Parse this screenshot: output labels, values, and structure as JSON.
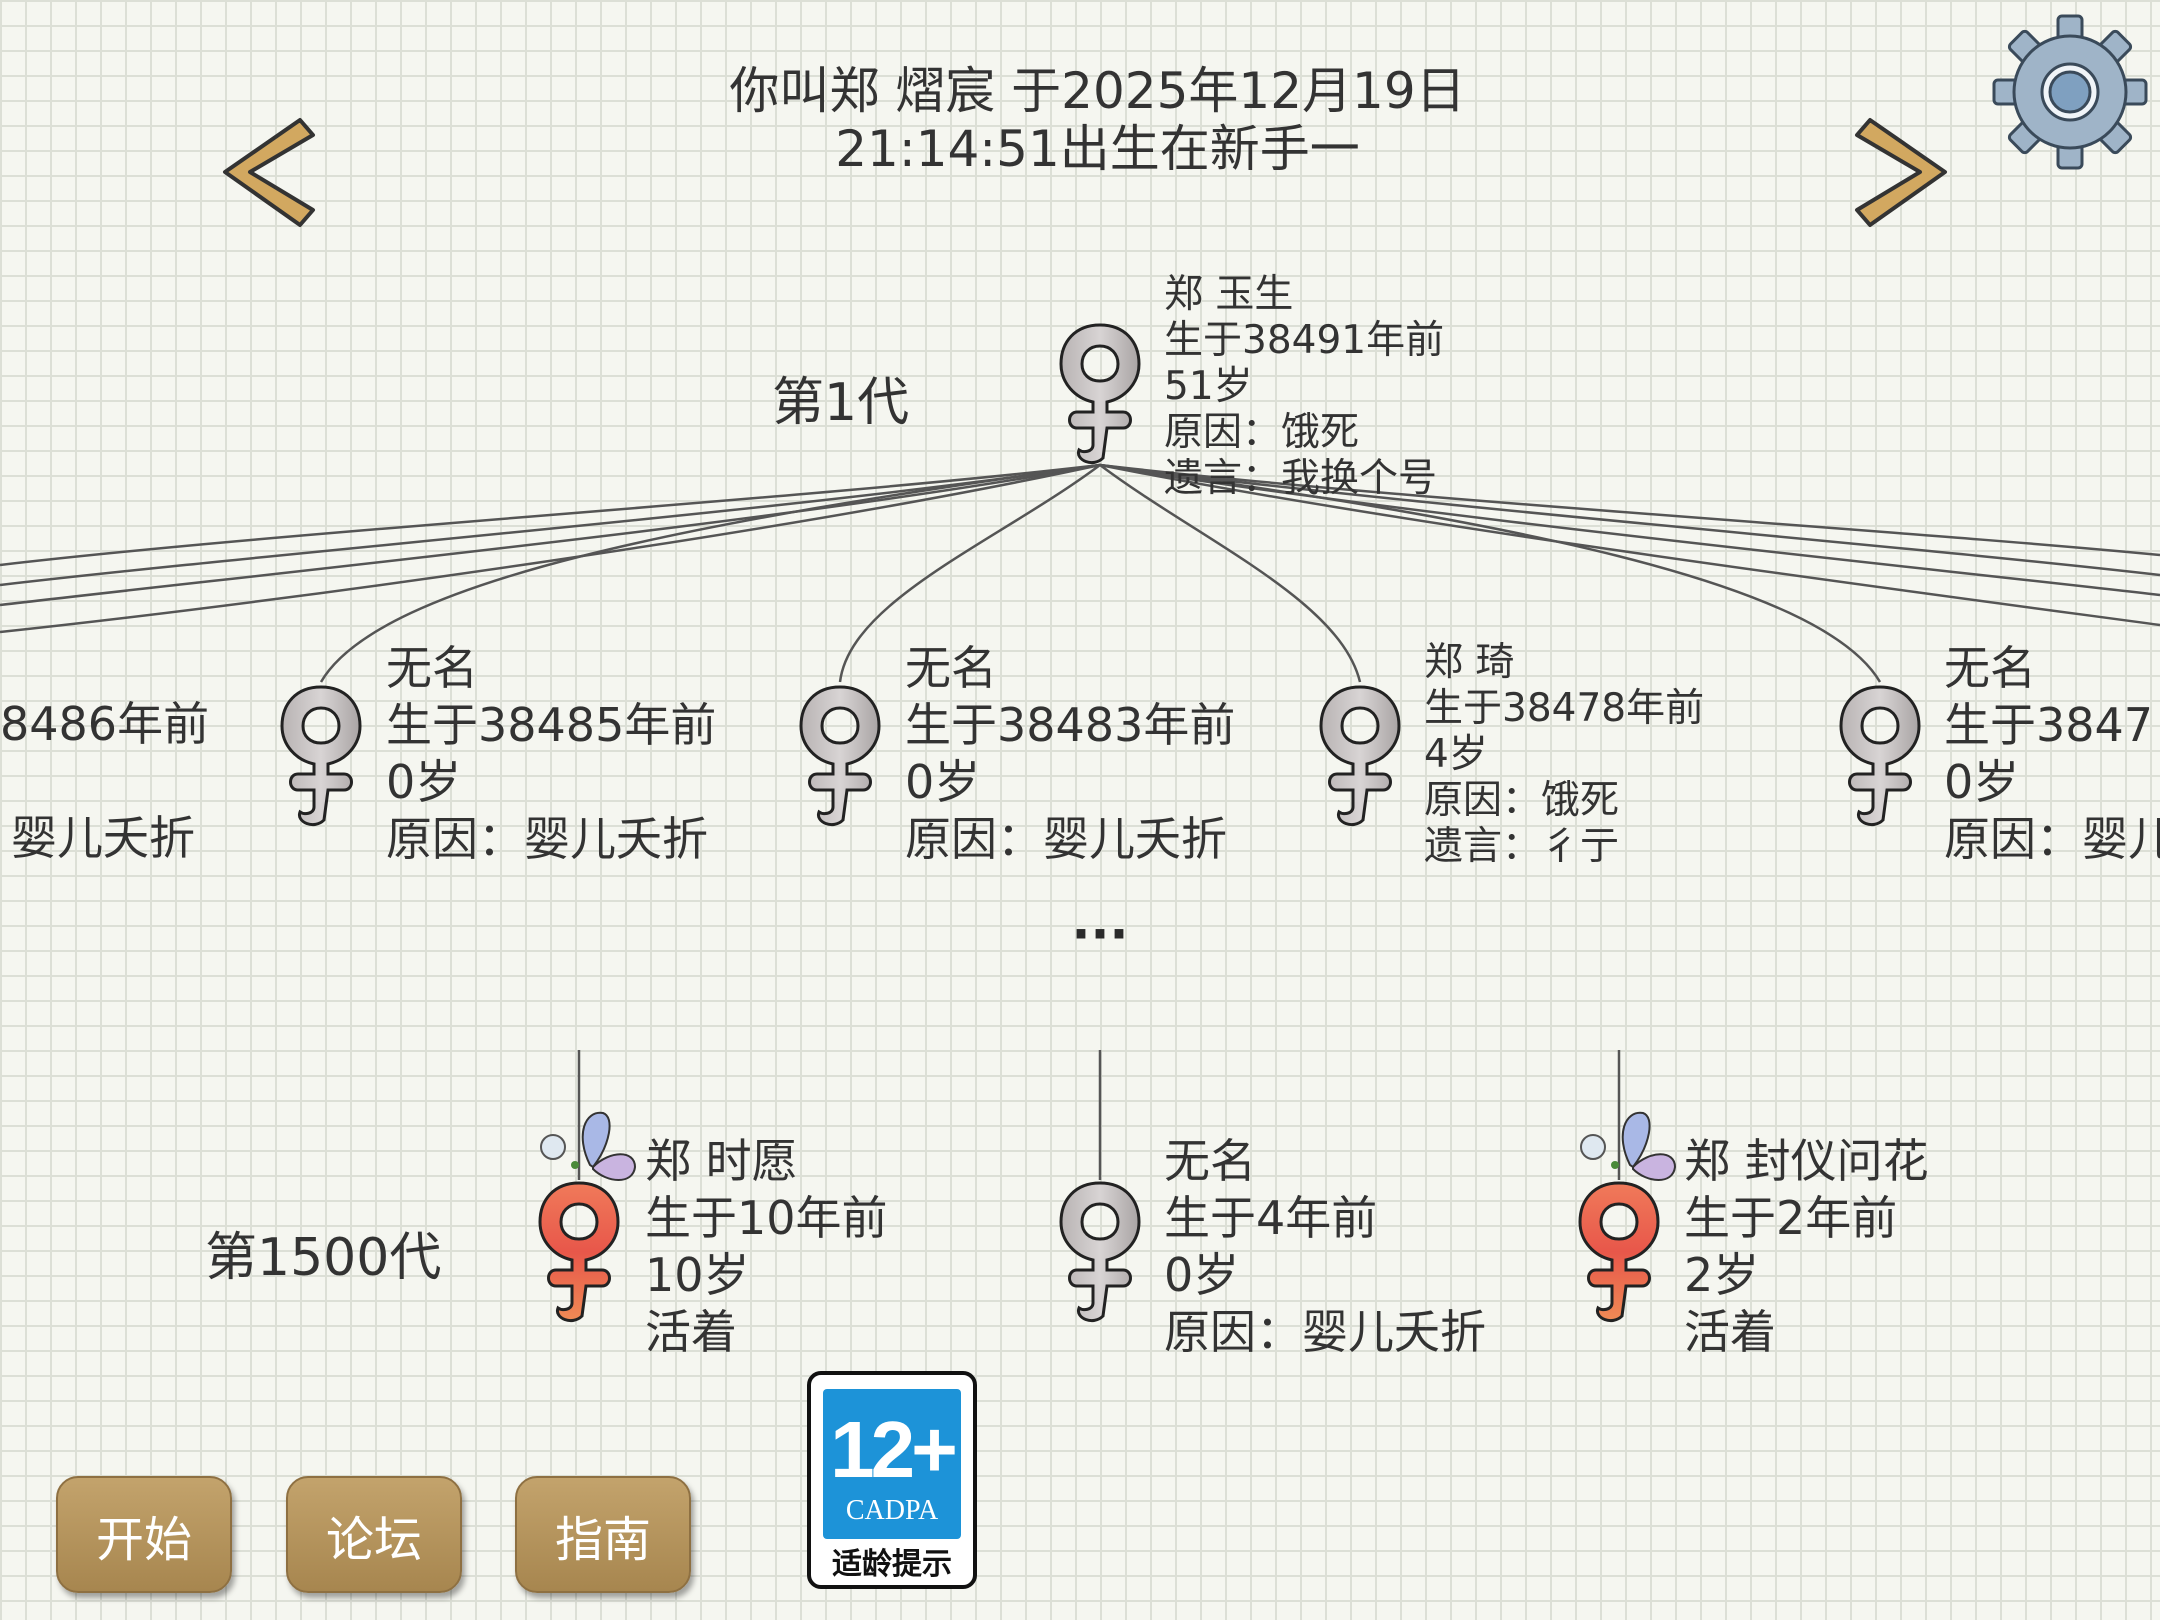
{
  "header": {
    "title_line1": "你叫郑 熠宸 于2025年12月19日",
    "title_line2": "21:14:51出生在新手一"
  },
  "nav": {
    "prev_icon": "chevron-left-icon",
    "next_icon": "chevron-right-icon",
    "settings_icon": "gear-icon"
  },
  "generation_1": {
    "label": "第1代",
    "root": {
      "name": "郑 玉生",
      "born": "生于38491年前",
      "age": "51岁",
      "cause": "原因：饿死",
      "last_words": "遗言：我换个号"
    },
    "children": [
      {
        "born": "8486年前",
        "cause": "婴儿夭折"
      },
      {
        "name": "无名",
        "born": "生于38485年前",
        "age": "0岁",
        "cause": "原因：婴儿夭折"
      },
      {
        "name": "无名",
        "born": "生于38483年前",
        "age": "0岁",
        "cause": "原因：婴儿夭折"
      },
      {
        "name": "郑 琦",
        "born": "生于38478年前",
        "age": "4岁",
        "cause": "原因：饿死",
        "last_words": "遗言：彳亍"
      },
      {
        "name": "无名",
        "born": "生于3847",
        "age": "0岁",
        "cause": "原因：婴儿"
      }
    ]
  },
  "ellipsis": "···",
  "generation_1500": {
    "label": "第1500代",
    "members": [
      {
        "name": "郑 时愿",
        "born": "生于10年前",
        "age": "10岁",
        "status": "活着",
        "alive": true
      },
      {
        "name": "无名",
        "born": "生于4年前",
        "age": "0岁",
        "status": "原因：婴儿夭折",
        "alive": false
      },
      {
        "name": "郑 封仪问花",
        "born": "生于2年前",
        "age": "2岁",
        "status": "活着",
        "alive": true
      }
    ]
  },
  "buttons": {
    "start": "开始",
    "forum": "论坛",
    "guide": "指南"
  },
  "age_badge": {
    "age": "12+",
    "org": "CADPA",
    "tip": "适龄提示",
    "color": "#1d93d8"
  }
}
